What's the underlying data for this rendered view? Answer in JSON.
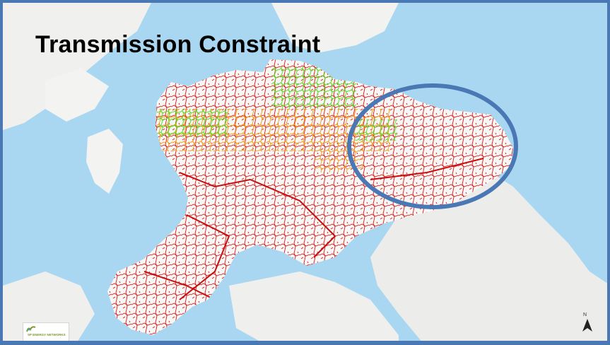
{
  "title": "Transmission Constraint",
  "logo": {
    "text": "SP ENERGY NETWORKS",
    "icon": "sp-energy-logo-icon"
  },
  "compass": {
    "label": "N",
    "icon": "north-arrow-icon"
  },
  "highlight": {
    "shape": "ellipse",
    "stroke_color": "#4a78b4"
  },
  "colors": {
    "sea": "#a9d7f2",
    "land": "#f4f4f2",
    "network_constrained": "#e01414",
    "network_partial": "#f0a020",
    "network_unconstrained": "#55dd22",
    "border": "#4a78b4"
  }
}
